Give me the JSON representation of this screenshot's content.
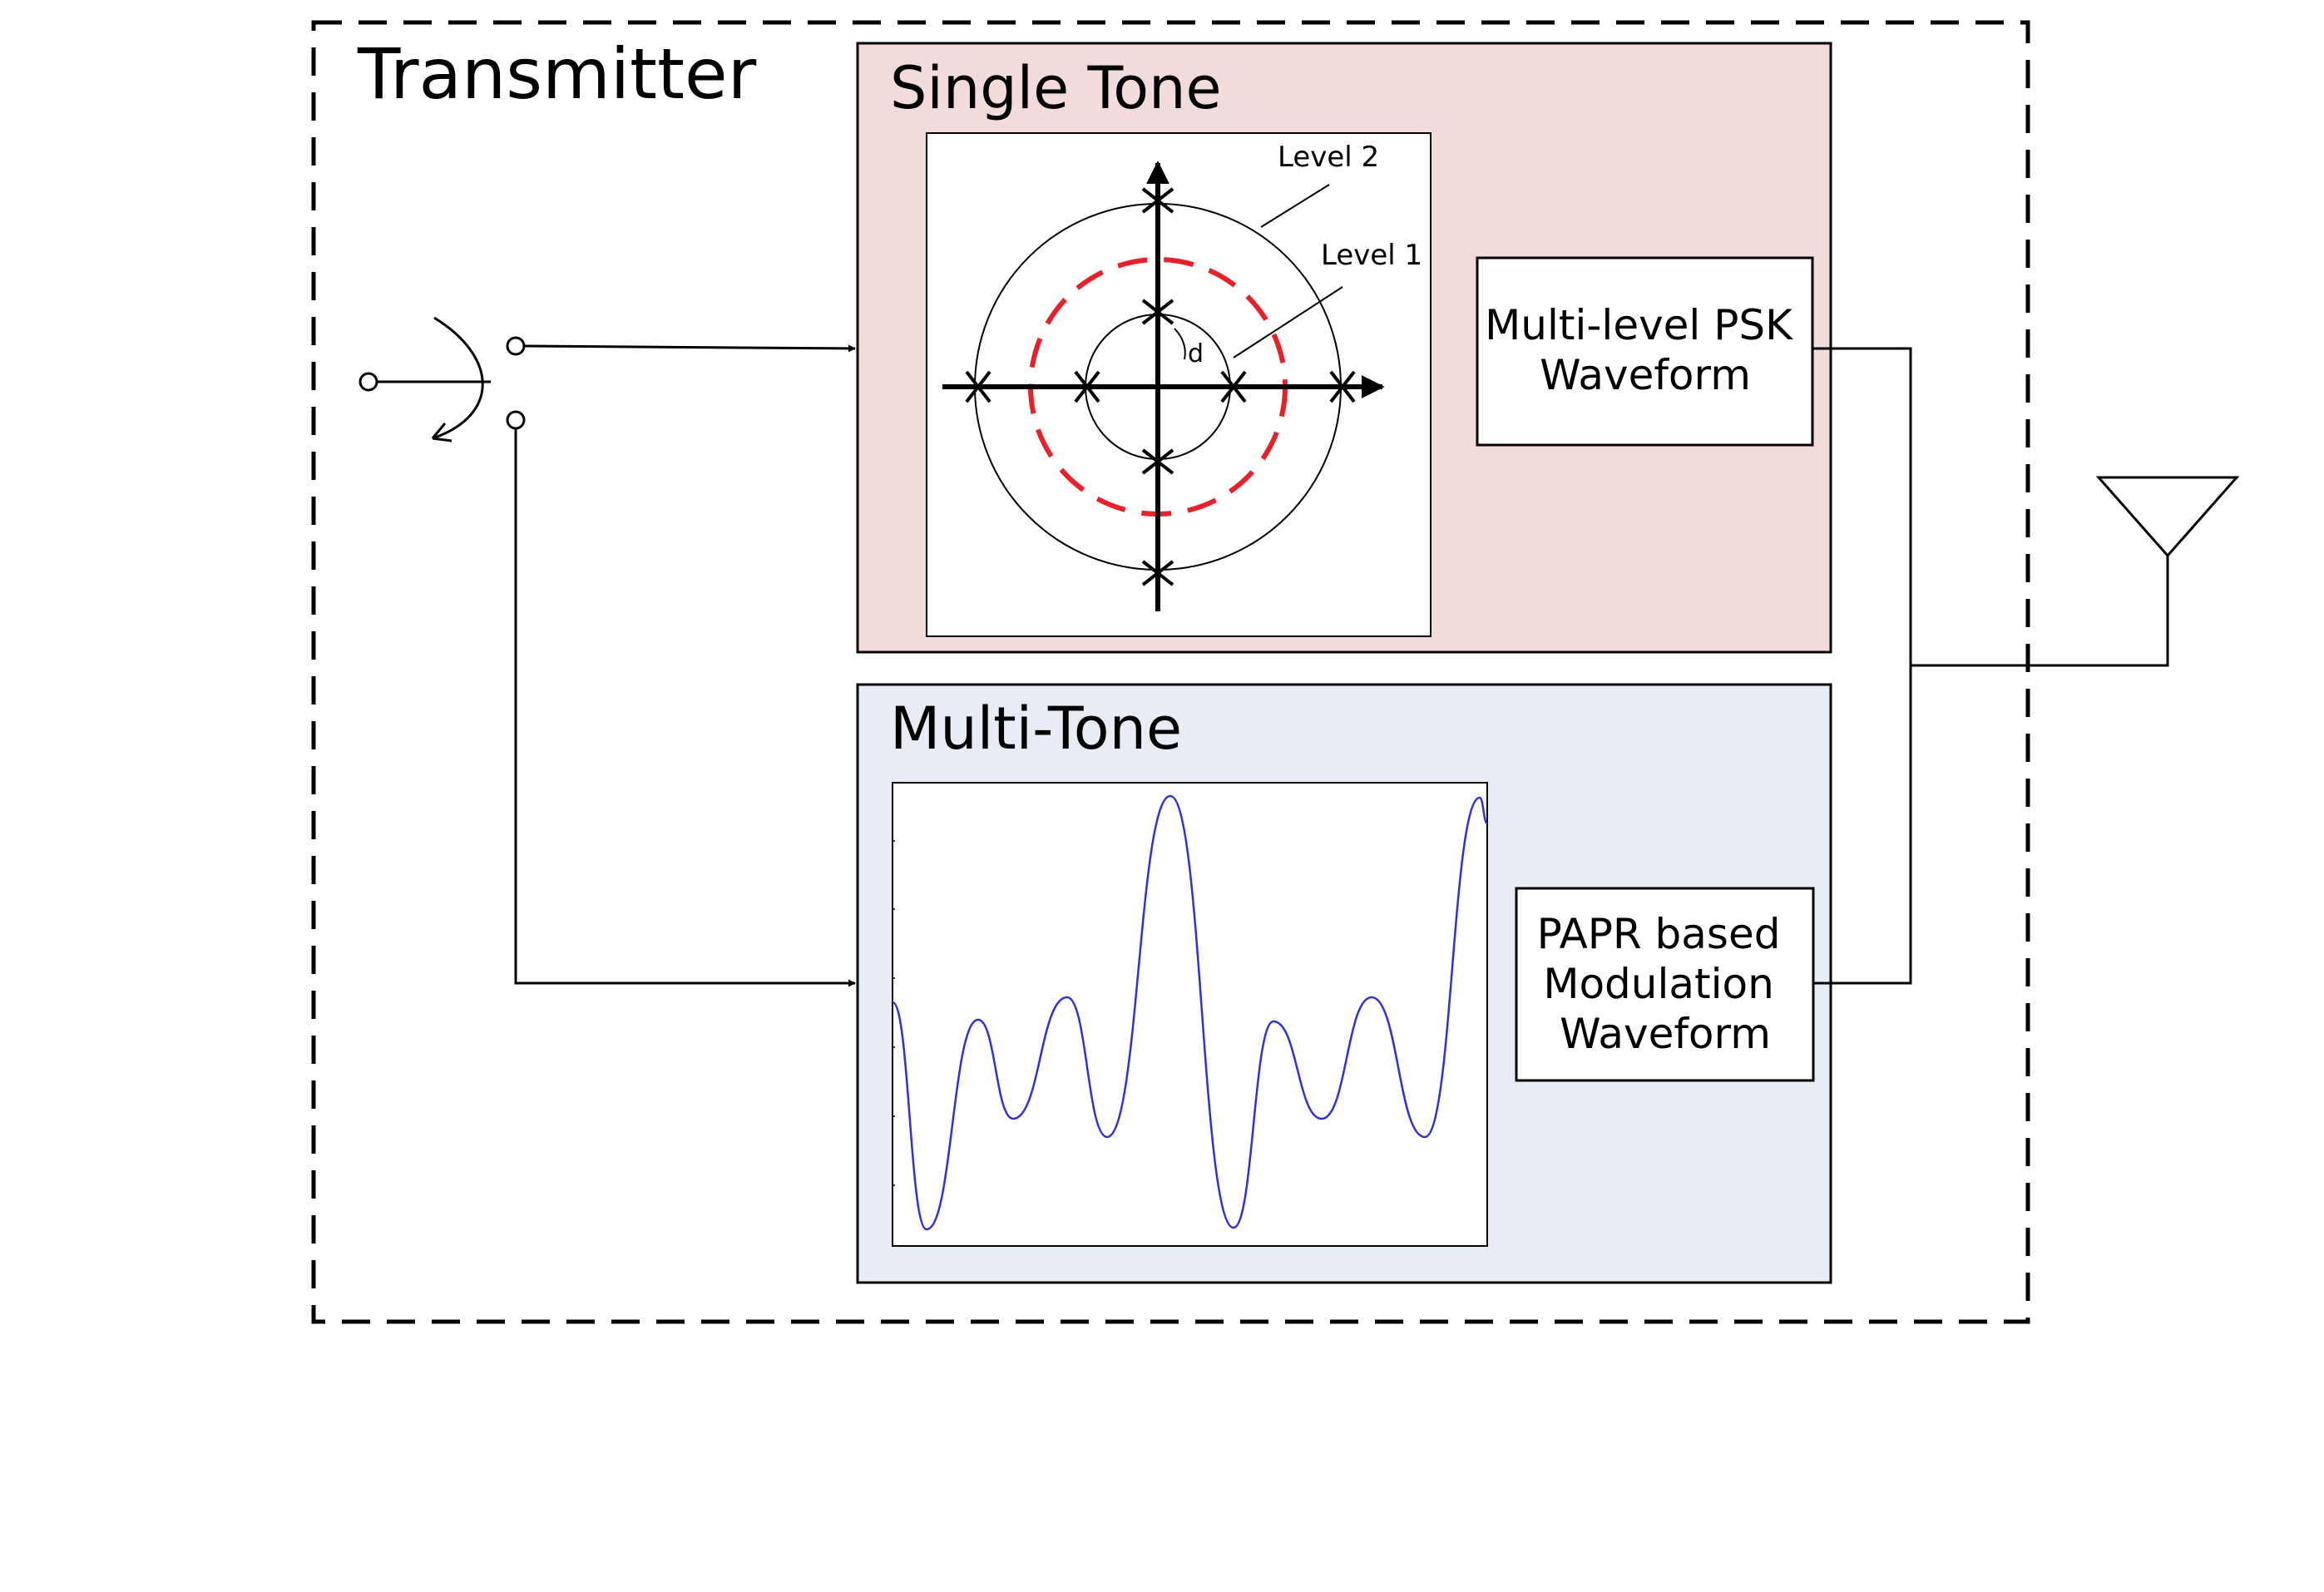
{
  "transmitter": {
    "title": "Transmitter"
  },
  "single_tone": {
    "title": "Single Tone",
    "constellation": {
      "outer_ring_label": "Level 2",
      "inner_ring_label": "Level 1",
      "distance_label": "d"
    },
    "waveform_box_label": [
      "Multi-level PSK",
      "Waveform"
    ]
  },
  "multi_tone": {
    "title": "Multi-Tone",
    "waveform_box_label": [
      "PAPR based",
      "Modulation",
      "Waveform"
    ]
  },
  "colors": {
    "single_tone_fill": "#f2dcdb",
    "multi_tone_fill": "#e8edf5",
    "dashed_ring": "#e8202a",
    "waveform_line": "#3030d8",
    "line": "#000000"
  },
  "icons": [
    "switch-icon",
    "antenna-icon",
    "arrow-icon"
  ]
}
